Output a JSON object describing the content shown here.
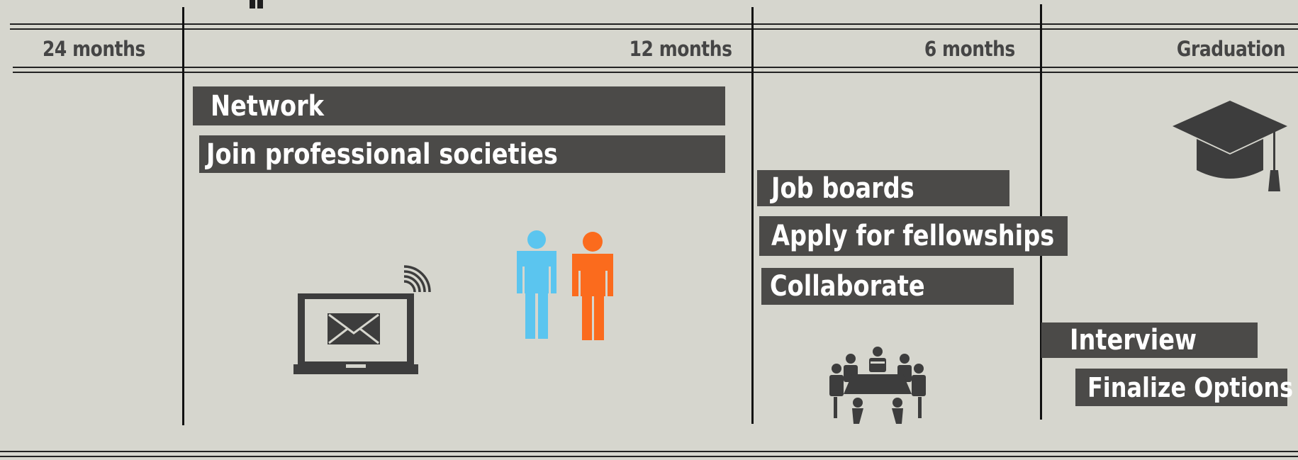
{
  "timeline": {
    "milestones": [
      {
        "key": "m24",
        "label": "24 months"
      },
      {
        "key": "m12",
        "label": "12 months"
      },
      {
        "key": "m6",
        "label": "6 months"
      },
      {
        "key": "grad",
        "label": "Graduation"
      }
    ]
  },
  "tasks": {
    "network": "Network",
    "societies": "Join professional societies",
    "job_boards": "Job boards",
    "fellowships": "Apply for fellowships",
    "collaborate": "Collaborate",
    "interview": "Interview",
    "finalize": "Finalize Options"
  },
  "icons": {
    "laptop": "laptop-email-icon",
    "people": "two-people-icon",
    "meeting": "meeting-table-icon",
    "graduation": "graduation-cap-icon"
  },
  "colors": {
    "background": "#d6d6ce",
    "bar": "#4b4a48",
    "bar_text": "#ffffff",
    "milestone_text": "#454545",
    "person_blue": "#5bc5ef",
    "person_orange": "#fb6b1d",
    "icon_dark": "#3d3d3d"
  }
}
